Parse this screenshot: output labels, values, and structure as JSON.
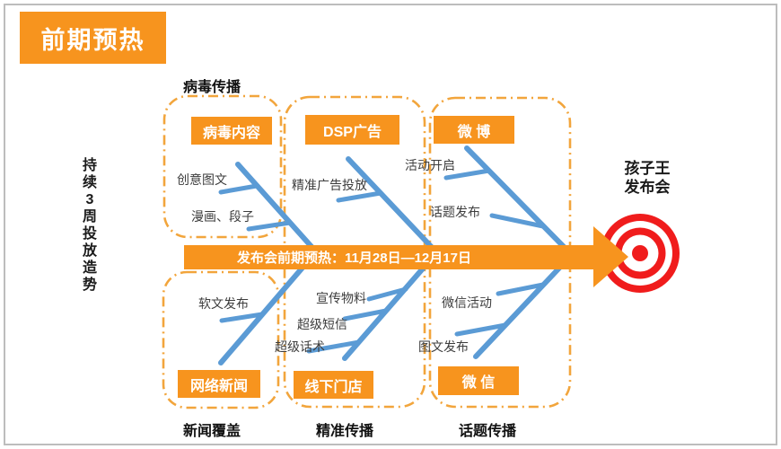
{
  "banner": {
    "label": "前期预热"
  },
  "side_note": {
    "text": "持\n续\n3\n周\n投\n放\n造\n势"
  },
  "spine": {
    "label": "发布会前期预热：11月28日—12月17日"
  },
  "goal": {
    "title": "孩子王\n发布会"
  },
  "colors": {
    "orange": "#F7941E",
    "dash_orange": "#F2A53C",
    "blue": "#5B9BD5",
    "red": "#F01C1C"
  },
  "sections": [
    {
      "id": "viral",
      "top_label": "病毒传播",
      "button": "病毒内容",
      "items": [
        "创意图文",
        "漫画、段子"
      ]
    },
    {
      "id": "dsp",
      "button": "DSP广告",
      "items": [
        "精准广告投放"
      ]
    },
    {
      "id": "weibo",
      "button": "微 博",
      "items": [
        "活动开启",
        "话题发布"
      ]
    },
    {
      "id": "news",
      "bottom_label": "新闻覆盖",
      "button": "网络新闻",
      "items": [
        "软文发布"
      ]
    },
    {
      "id": "offline",
      "bottom_label": "精准传播",
      "button": "线下门店",
      "items": [
        "宣传物料",
        "超级短信",
        "超级话术"
      ]
    },
    {
      "id": "wechat",
      "bottom_label": "话题传播",
      "button": "微 信",
      "items": [
        "微信活动",
        "图文发布"
      ]
    }
  ]
}
